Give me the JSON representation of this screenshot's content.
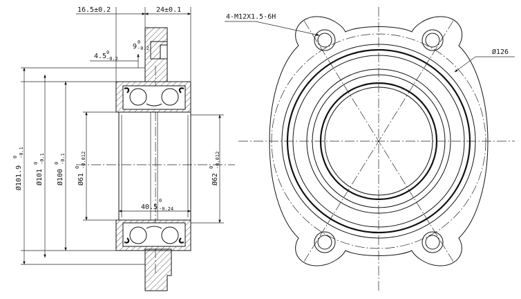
{
  "section_view": {
    "dims": {
      "width_top_left": "16.5±0.2",
      "width_top_right": "24±0.1",
      "flange_offset": {
        "base": "4.5",
        "tol_upper": "0",
        "tol_lower": "-0.2"
      },
      "pilot_depth": {
        "base": "9",
        "tol_upper": "0",
        "tol_lower": "-0.2"
      },
      "dia_101_9": {
        "base": "Ø101.9",
        "tol_upper": "0",
        "tol_lower": "-0.1"
      },
      "dia_101": {
        "base": "Ø101",
        "tol_upper": "0",
        "tol_lower": "-0.1"
      },
      "dia_100": {
        "base": "Ø100",
        "tol_upper": "0",
        "tol_lower": "-0.1"
      },
      "dia_61": {
        "base": "Ø61",
        "tol_upper": "0",
        "tol_lower": "-0.012"
      },
      "dia_62": {
        "base": "Ø62",
        "tol_upper": "0",
        "tol_lower": "-0.012"
      },
      "inner_width": {
        "base": "40.5",
        "tol_upper": "0",
        "tol_lower": "-0.24"
      }
    }
  },
  "front_view": {
    "thread_callout": "4-M12X1.5-6H",
    "bolt_circle": "Ø126"
  }
}
